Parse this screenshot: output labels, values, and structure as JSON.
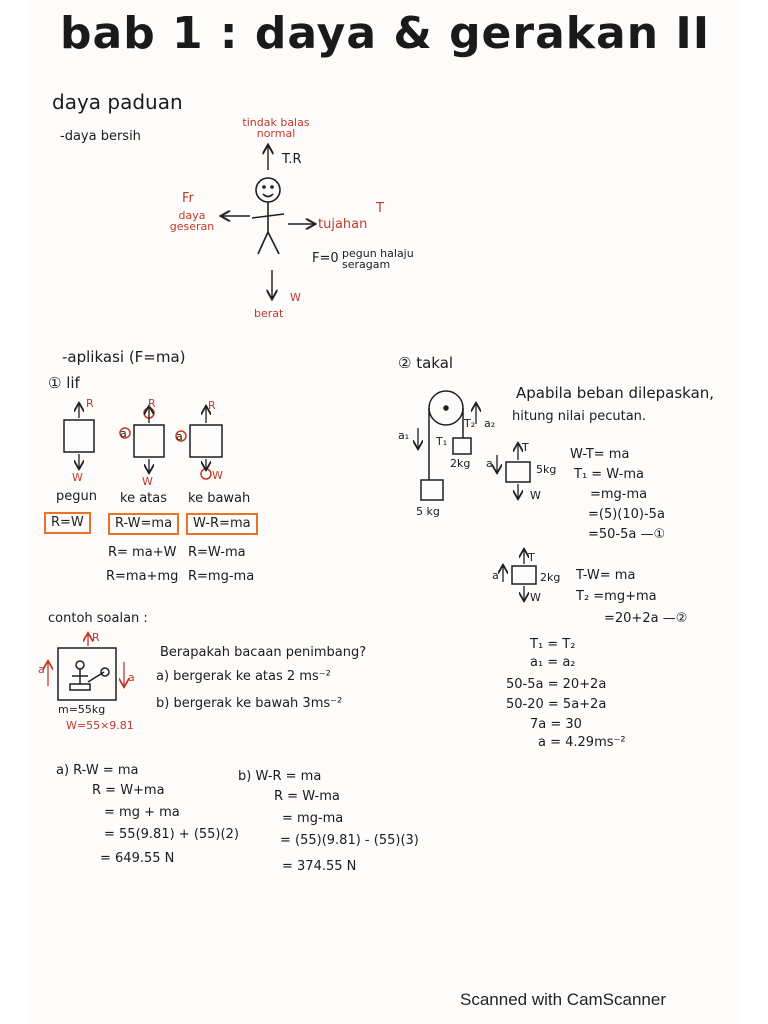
{
  "title": "bab 1 : daya & gerakan II",
  "daya_paduan": {
    "heading": "daya paduan",
    "bullet": "-daya bersih",
    "tr_label": "tindak balas normal",
    "tr_symbol": "T.R",
    "fr_symbol": "Fr",
    "fr_label": "daya geseran",
    "t_symbol": "T",
    "t_label": "tujahan",
    "f_zero": "F=0",
    "f_note": "pegun halaju seragam",
    "w_symbol": "W",
    "w_label": "berat"
  },
  "aplikasi": {
    "heading": "-aplikasi (F=ma)",
    "lif": {
      "label": "① lif",
      "r": "R",
      "w": "W",
      "a": "a",
      "cases": [
        "pegun",
        "ke atas",
        "ke bawah"
      ],
      "boxed": [
        "R=W",
        "R-W=ma",
        "W-R=ma"
      ],
      "eq_up": [
        "R= ma+W",
        "R=ma+mg"
      ],
      "eq_down": [
        "R=W-ma",
        "R=mg-ma"
      ]
    }
  },
  "takal": {
    "label": "② takal",
    "question": [
      "Apabila beban dilepaskan,",
      "hitung nilai pecutan."
    ],
    "labels": {
      "a1": "a₁",
      "t1": "T₁",
      "t2": "T₂",
      "a2": "a₂",
      "m2": "2kg",
      "m5": "5 kg",
      "t": "T",
      "w": "W",
      "a": "a",
      "k5": "5kg",
      "k2": "2kg"
    },
    "eq1": [
      "W-T= ma",
      "T₁ = W-ma",
      "=mg-ma",
      "=(5)(10)-5a",
      "=50-5a —①"
    ],
    "eq2": [
      "T-W= ma",
      "T₂ =mg+ma",
      "=20+2a —②"
    ],
    "solve": [
      "T₁ = T₂",
      "a₁ = a₂",
      "50-5a = 20+2a",
      "50-20 = 5a+2a",
      "7a = 30",
      "a = 4.29ms⁻²"
    ]
  },
  "contoh": {
    "label": "contoh soalan :",
    "diagram": {
      "r": "R",
      "a": "a",
      "m": "m=55kg",
      "w": "W=55×9.81"
    },
    "question": "Berapakah bacaan penimbang?",
    "part_a": "a) bergerak ke atas 2 ms⁻²",
    "part_b": "b) bergerak ke bawah 3ms⁻²",
    "ans_a": [
      "a) R-W = ma",
      "R = W+ma",
      "= mg + ma",
      "= 55(9.81) + (55)(2)",
      "= 649.55 N"
    ],
    "ans_b": [
      "b) W-R = ma",
      "R = W-ma",
      "= mg-ma",
      "= (55)(9.81) - (55)(3)",
      "= 374.55 N"
    ]
  },
  "footer": "Scanned with CamScanner",
  "colors": {
    "ink": "#1f1f1f",
    "red": "#c0392b",
    "orange": "#e8742b"
  }
}
